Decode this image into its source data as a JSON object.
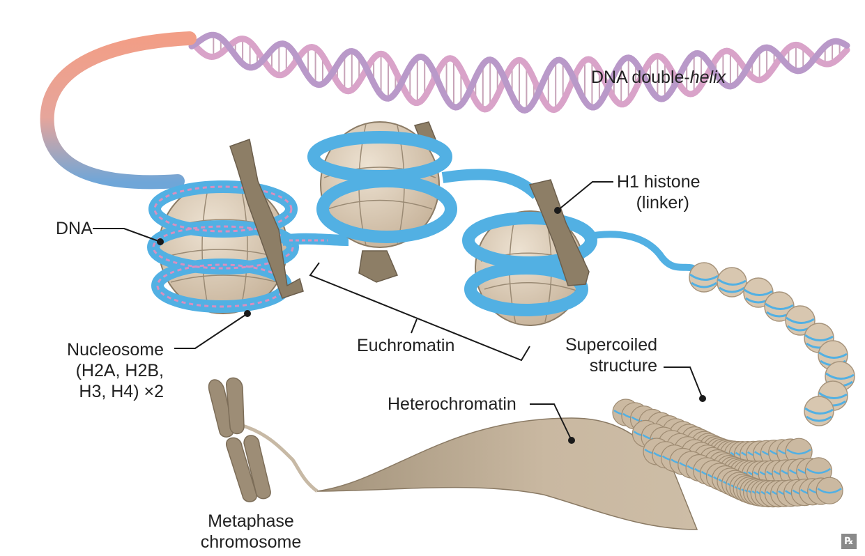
{
  "labels": {
    "dna_double_helix_prefix": "DNA double-",
    "dna_double_helix_italic": "helix",
    "h1_histone_line1": "H1 histone",
    "h1_histone_line2": "(linker)",
    "dna": "DNA",
    "nucleosome_line1": "Nucleosome",
    "nucleosome_line2": "(H2A, H2B,",
    "nucleosome_line3": "H3, H4) ×2",
    "euchromatin": "Euchromatin",
    "supercoiled_line1": "Supercoiled",
    "supercoiled_line2": "structure",
    "heterochromatin": "Heterochromatin",
    "metaphase_line1": "Metaphase",
    "metaphase_line2": "chromosome"
  },
  "badge": "℞",
  "colors": {
    "dna_blue": "#52b0e3",
    "histone_tan": "#d6c4ad",
    "linker_brown": "#8d7e66",
    "helix_pink": "#d9a3c9",
    "helix_purple": "#b999c9",
    "salmon": "#e99a84",
    "leader_line": "#1a1a1a"
  }
}
